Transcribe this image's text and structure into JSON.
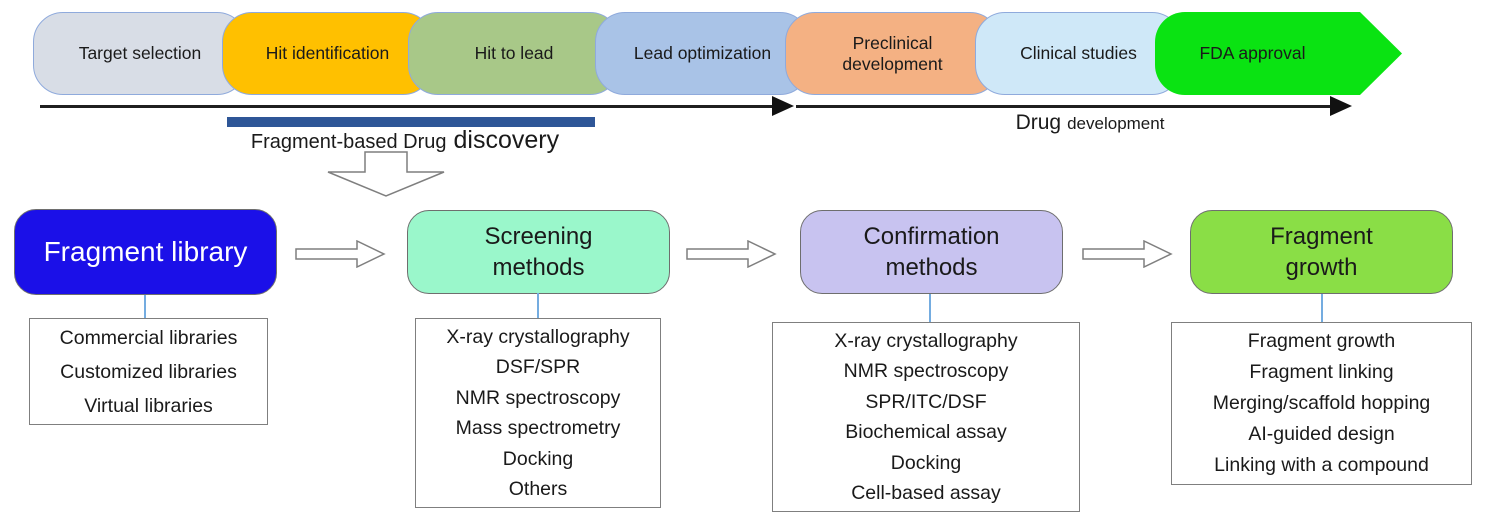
{
  "pipeline": {
    "stages": [
      {
        "label": "Target selection",
        "color": "#d8dde6"
      },
      {
        "label": "Hit identification",
        "color": "#ffc000"
      },
      {
        "label": "Hit to lead",
        "color": "#a8c888"
      },
      {
        "label": "Lead optimization",
        "color": "#a9c3e7"
      },
      {
        "label": "Preclinical development",
        "color": "#f4b183"
      },
      {
        "label": "Clinical studies",
        "color": "#cfe8f8"
      },
      {
        "label": "FDA approval",
        "color": "#0ae312"
      }
    ],
    "fbdd_bar_color": "#2e5697",
    "fbdd_label": {
      "regular": "Fragment-based Drug",
      "large": "discovery"
    },
    "dd_label": {
      "large": "Drug",
      "small": "development"
    }
  },
  "workflow": {
    "groups": [
      {
        "title": "Fragment library",
        "color": "#1b10e8",
        "text_color": "#ffffff",
        "items": [
          "Commercial libraries",
          "Customized libraries",
          "Virtual libraries"
        ]
      },
      {
        "title": "Screening methods",
        "color": "#9af7cb",
        "text_color": "#1a1a1a",
        "items": [
          "X-ray crystallography",
          "DSF/SPR",
          "NMR spectroscopy",
          "Mass spectrometry",
          "Docking",
          "Others"
        ]
      },
      {
        "title": "Confirmation methods",
        "color": "#c8c3f0",
        "text_color": "#1a1a1a",
        "items": [
          "X-ray crystallography",
          "NMR spectroscopy",
          "SPR/ITC/DSF",
          "Biochemical assay",
          "Docking",
          "Cell-based assay"
        ]
      },
      {
        "title": "Fragment growth",
        "color": "#8ade46",
        "text_color": "#1a1a1a",
        "items": [
          "Fragment growth",
          "Fragment linking",
          "Merging/scaffold hopping",
          "AI-guided design",
          "Linking with a compound"
        ]
      }
    ]
  }
}
